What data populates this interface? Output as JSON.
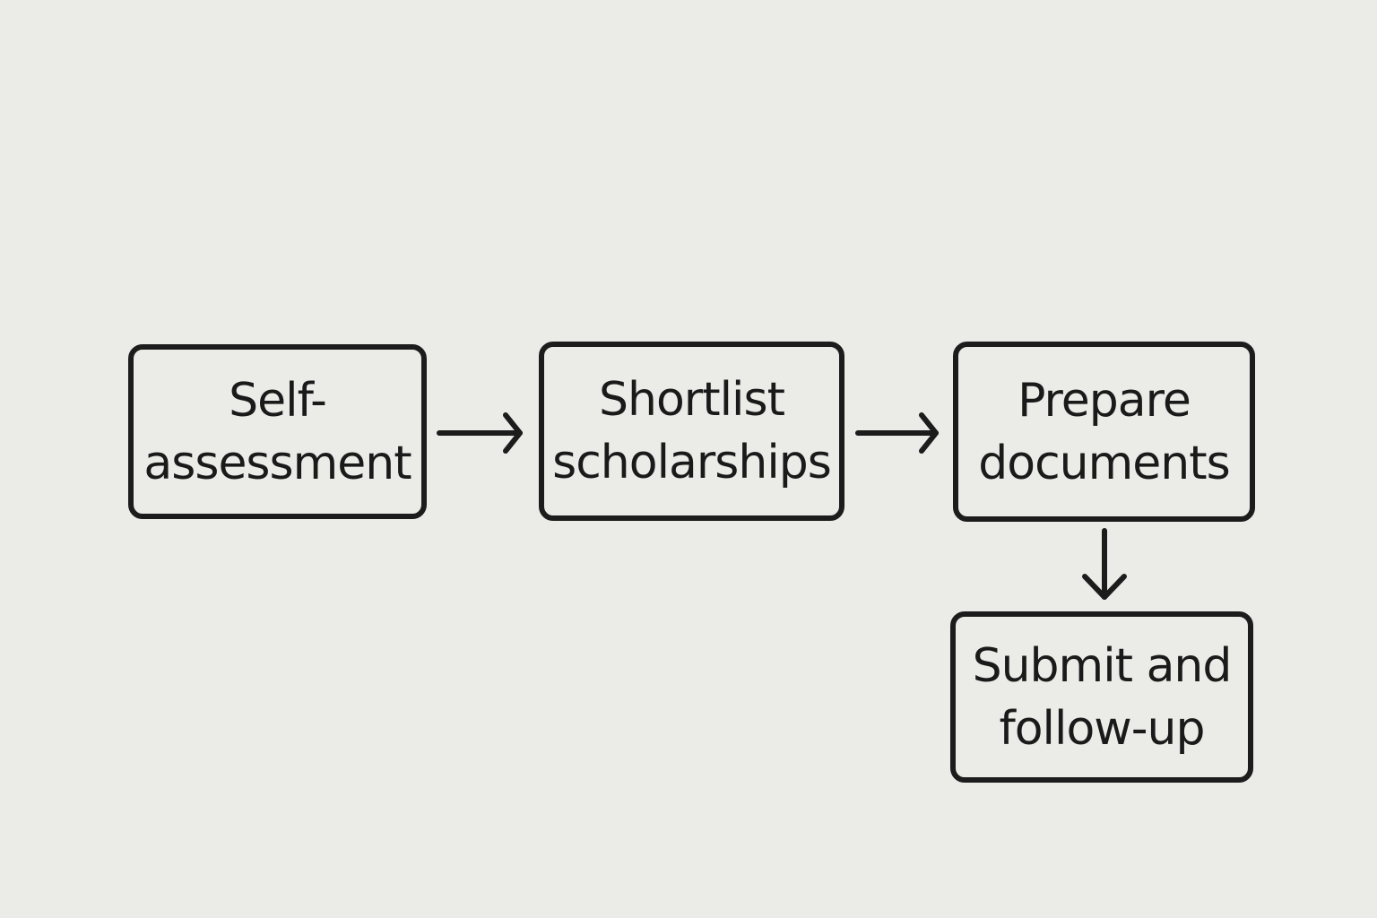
{
  "diagram": {
    "type": "flowchart",
    "nodes": [
      {
        "id": "n1",
        "label": "Self-\nassessment"
      },
      {
        "id": "n2",
        "label": "Shortlist\nscholarships"
      },
      {
        "id": "n3",
        "label": "Prepare\ndocuments"
      },
      {
        "id": "n4",
        "label": "Submit and\nfollow-up"
      }
    ],
    "edges": [
      {
        "from": "n1",
        "to": "n2",
        "direction": "right"
      },
      {
        "from": "n2",
        "to": "n3",
        "direction": "right"
      },
      {
        "from": "n3",
        "to": "n4",
        "direction": "down"
      }
    ],
    "colors": {
      "background": "#ebebe8",
      "stroke": "#1c1c1c"
    }
  }
}
